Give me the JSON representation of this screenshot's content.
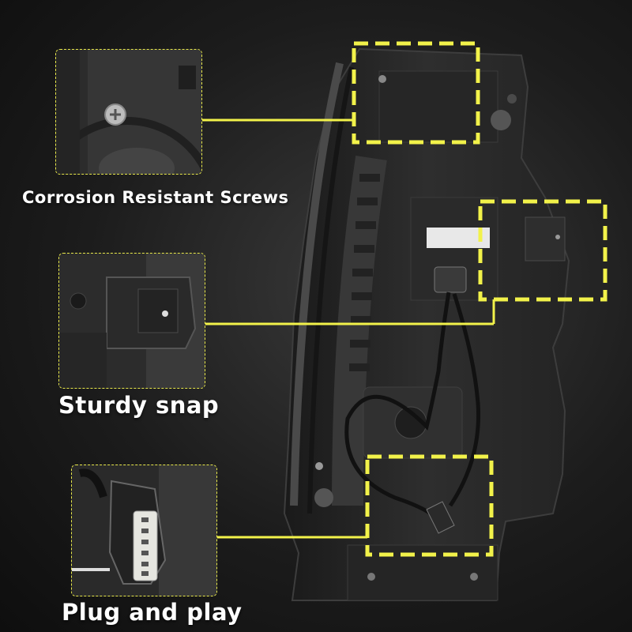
{
  "callouts": [
    {
      "caption": "Corrosion Resistant Screws",
      "detail_icon": "screw-icon"
    },
    {
      "caption": "Sturdy snap",
      "detail_icon": "snap-clip-icon"
    },
    {
      "caption": "Plug and play",
      "detail_icon": "connector-plug-icon"
    }
  ],
  "colors": {
    "highlight": "#f2f24a",
    "background": "#1c1c1c",
    "housing": "#2c2c2c",
    "caption_text": "#ffffff"
  }
}
